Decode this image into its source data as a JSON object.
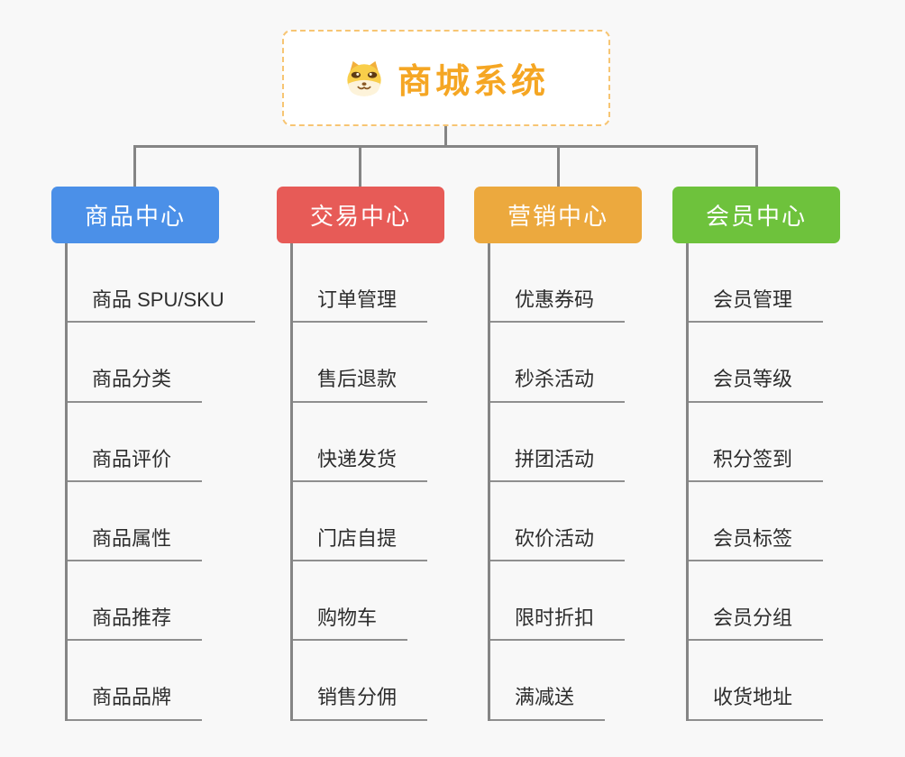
{
  "root": {
    "title": "商城系统",
    "icon": "dog-face-icon",
    "accent_color": "#f5a623",
    "border_color": "#f7c573"
  },
  "connector_color": "#858585",
  "background_color": "#f8f8f8",
  "branches": [
    {
      "label": "商品中心",
      "color": "#4b90e8",
      "items": [
        "商品 SPU/SKU",
        "商品分类",
        "商品评价",
        "商品属性",
        "商品推荐",
        "商品品牌"
      ]
    },
    {
      "label": "交易中心",
      "color": "#e75b57",
      "items": [
        "订单管理",
        "售后退款",
        "快递发货",
        "门店自提",
        "购物车",
        "销售分佣"
      ]
    },
    {
      "label": "营销中心",
      "color": "#eca93e",
      "items": [
        "优惠券码",
        "秒杀活动",
        "拼团活动",
        "砍价活动",
        "限时折扣",
        "满减送"
      ]
    },
    {
      "label": "会员中心",
      "color": "#6ec23c",
      "items": [
        "会员管理",
        "会员等级",
        "积分签到",
        "会员标签",
        "会员分组",
        "收货地址"
      ]
    }
  ]
}
